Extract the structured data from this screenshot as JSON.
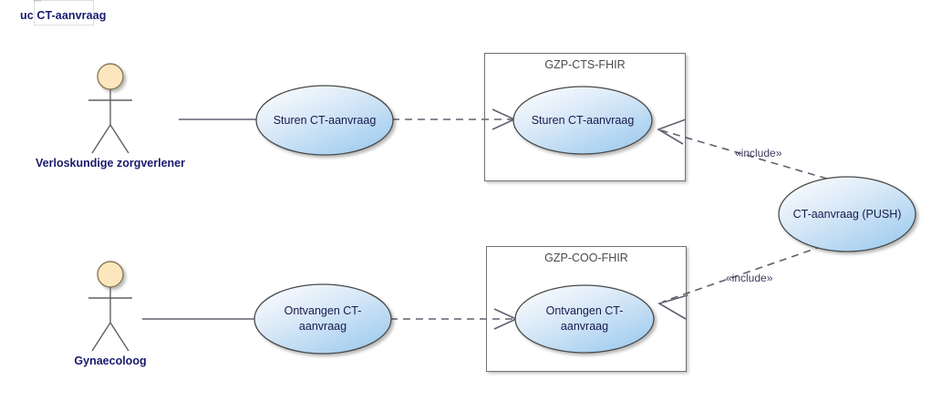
{
  "diagram": {
    "kind": "uml-use-case-diagram",
    "frame_title": "uc CT-aanvraag",
    "background_color": "#ffffff",
    "frame_border_color": "#000000",
    "title_color": "#1a1a6e"
  },
  "colors": {
    "ellipse_fill_light": "#ffffff",
    "ellipse_fill_mid": "#dceaf8",
    "ellipse_fill_deep": "#9dcbee",
    "ellipse_stroke": "#4a4a4a",
    "actor_head_fill": "#fce6bd",
    "actor_stroke": "#8a7a5a",
    "package_stroke": "#707070",
    "package_title_color": "#4a4a4a",
    "connector_color": "#606070",
    "label_color": "#1a1a4e"
  },
  "actors": [
    {
      "id": "actor-verloskundige",
      "label": "Verloskundige zorgverlener"
    },
    {
      "id": "actor-gynaecoloog",
      "label": "Gynaecoloog"
    }
  ],
  "packages": [
    {
      "id": "package-gzp-cts-fhir",
      "title": "GZP-CTS-FHIR"
    },
    {
      "id": "package-gzp-coo-fhir",
      "title": "GZP-COO-FHIR"
    }
  ],
  "use_cases": [
    {
      "id": "uc-sturen-left",
      "label": "Sturen CT-aanvraag"
    },
    {
      "id": "uc-sturen-pkg",
      "label": "Sturen CT-aanvraag"
    },
    {
      "id": "uc-ontvangen-left",
      "label": "Ontvangen CT-\naanvraag"
    },
    {
      "id": "uc-ontvangen-pkg",
      "label": "Ontvangen CT-\naanvraag"
    },
    {
      "id": "uc-ct-aanvraag-push",
      "label": "CT-aanvraag (PUSH)"
    }
  ],
  "connectors": [
    {
      "id": "assoc-verloskundige-sturen",
      "type": "association",
      "style": "solid",
      "label": ""
    },
    {
      "id": "assoc-gynaecoloog-ontvangen",
      "type": "association",
      "style": "solid",
      "label": ""
    },
    {
      "id": "dep-sturen-to-pkg",
      "type": "dependency",
      "style": "dashed",
      "label": ""
    },
    {
      "id": "dep-ontvangen-to-pkg",
      "type": "dependency",
      "style": "dashed",
      "label": ""
    },
    {
      "id": "include-push-to-sturen",
      "type": "include",
      "style": "dashed",
      "label": "«include»"
    },
    {
      "id": "include-push-to-ontvangen",
      "type": "include",
      "style": "dashed",
      "label": "«include»"
    }
  ]
}
